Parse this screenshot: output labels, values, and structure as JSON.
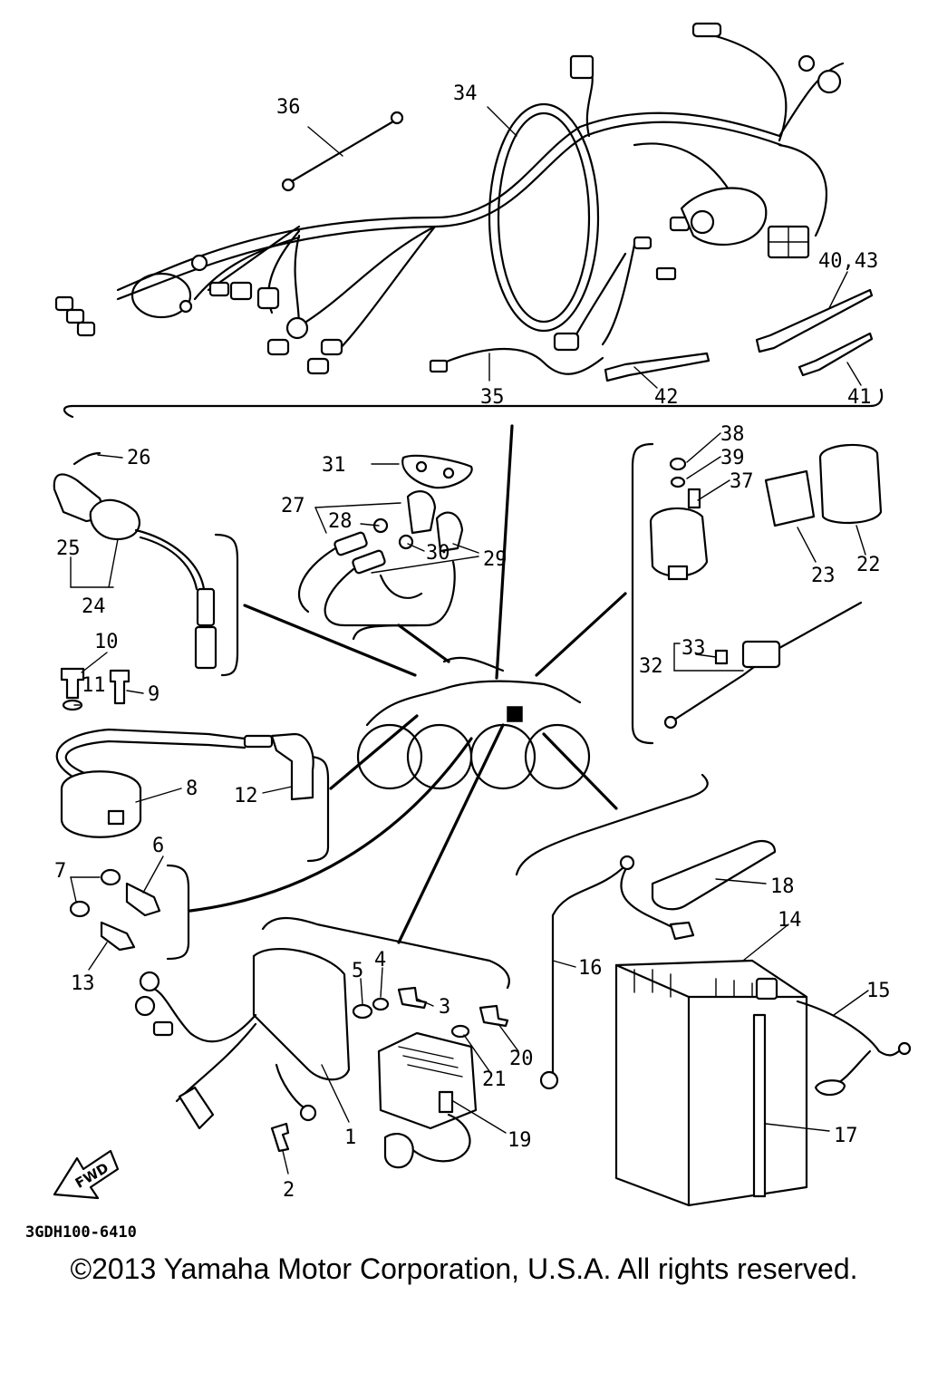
{
  "diagram": {
    "part_code": "3GDH100-6410",
    "direction_label": "FWD",
    "callouts": [
      "1",
      "2",
      "3",
      "4",
      "5",
      "6",
      "7",
      "8",
      "9",
      "10",
      "11",
      "12",
      "13",
      "14",
      "15",
      "16",
      "17",
      "18",
      "19",
      "20",
      "21",
      "22",
      "23",
      "24",
      "25",
      "26",
      "27",
      "28",
      "29",
      "30",
      "31",
      "32",
      "33",
      "34",
      "35",
      "36",
      "37",
      "38",
      "39",
      "40,43",
      "41",
      "42"
    ]
  },
  "copyright": "©2013 Yamaha Motor Corporation, U.S.A. All rights reserved."
}
